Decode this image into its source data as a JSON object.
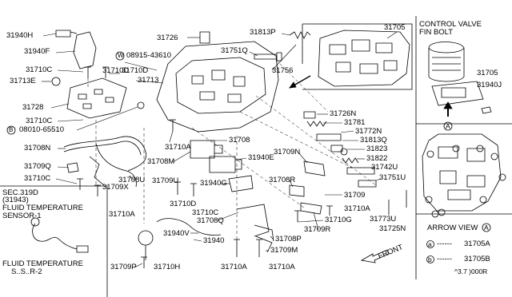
{
  "labels": {
    "p31940H": "31940H",
    "p31940F": "31940F",
    "p31710C_a": "31710C",
    "p31713E": "31713E",
    "p31728": "31728",
    "p31710C_b": "31710C",
    "p08010": "08010-65510",
    "p31708N": "31708N",
    "p31709Q": "31709Q",
    "p31710C_c": "31710C",
    "p31709X": "31709X",
    "p31710A_a": "31710A",
    "p31726": "31726",
    "p08915": "08915-43610",
    "p31710D_a": "31710D",
    "p31713": "31713",
    "p31751Q": "31751Q",
    "p31813P": "31813P",
    "p31756": "31756",
    "p31705_a": "31705",
    "p31726N": "31726N",
    "p31781": "31781",
    "p31772N": "31772N",
    "p31813Q": "31813Q",
    "p31823": "31823",
    "p31822": "31822",
    "p31742U": "31742U",
    "p31751U": "31751U",
    "p31708": "31708",
    "p31710A_b": "31710A",
    "p31940E": "31940E",
    "p31708M": "31708M",
    "p31708U": "31708U",
    "p31709U": "31709U",
    "p31709N": "31709N",
    "p31708R": "31708R",
    "p31940G": "31940G",
    "p31710D_b": "31710D",
    "p31710C_d": "31710C",
    "p31708Q": "31708Q",
    "p31709": "31709",
    "p31710A_c": "31710A",
    "p31710G": "31710G",
    "p31709R": "31709R",
    "p31773U": "31773U",
    "p31725N": "31725N",
    "p31708P": "31708P",
    "p31940V": "31940V",
    "p31940": "31940",
    "p31709M": "31709M",
    "p31709P": "31709P",
    "p31710H": "31710H",
    "p31710A_d": "31710A",
    "p31710A_e": "31710A",
    "p31705_b": "31705",
    "p31940J": "31940J",
    "p31705A": "31705A",
    "p31705B": "31705B"
  },
  "markers": {
    "w": "W",
    "b": "B"
  },
  "sec": {
    "line1": "SEC.319D",
    "line2": "(31943)",
    "line3": "FLUID TEMPERATURE",
    "line4": "SENSOR-1",
    "bottom": "FLUID TEMPERATURE",
    "bottom2": "S..S..R-2"
  },
  "inset": {
    "title1": "CONTROL VALVE",
    "title2": "FIN BOLT",
    "arrow_view": "ARROW VIEW",
    "arrow_view_marker": "A",
    "legend_a_marker": "a",
    "legend_b_marker": "b",
    "legend_a_dots": "------",
    "legend_b_dots": "------",
    "view_marker": "A"
  },
  "front": "FRONT",
  "footer_code": "^3.7 )000R"
}
